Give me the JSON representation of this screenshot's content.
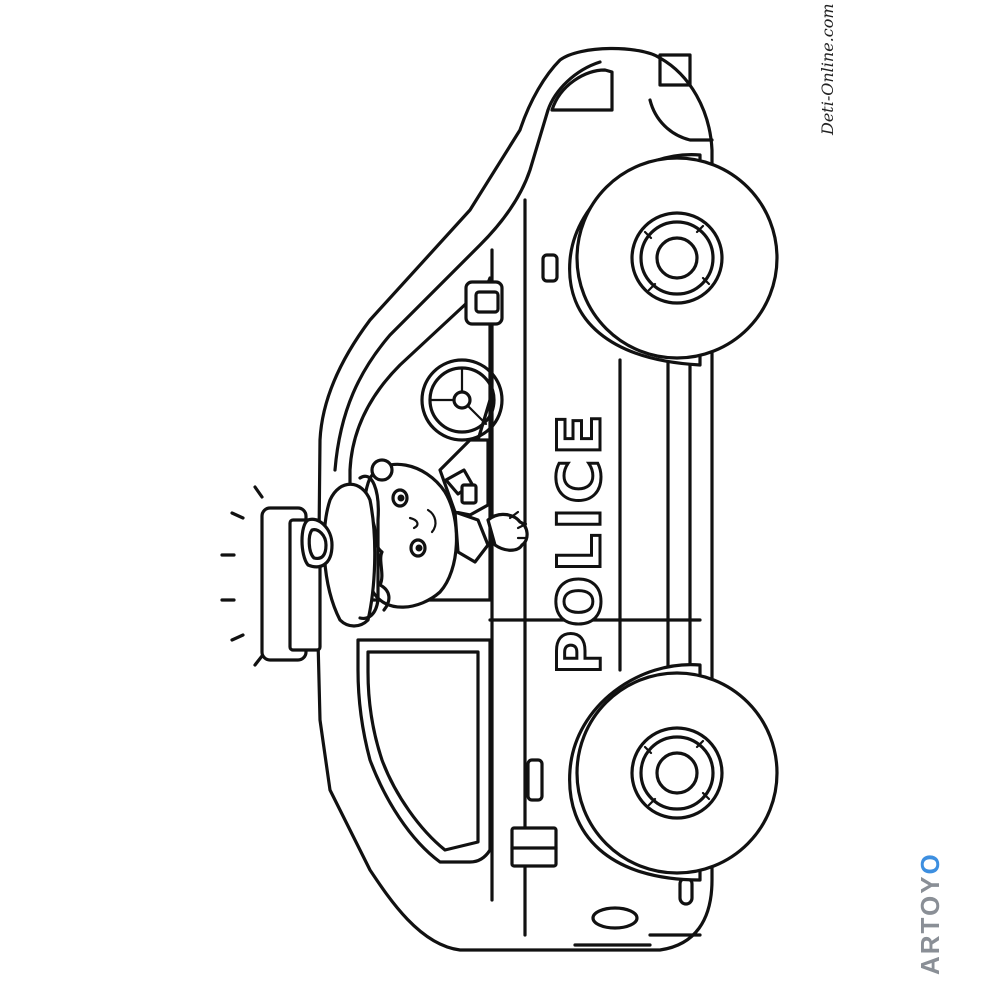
{
  "artwork": {
    "vehicle_text": "POLICE",
    "watermark_site": "Deti-Online.com",
    "watermark_brand": "ARTOY",
    "watermark_brand_mark": "O",
    "line_color": "#111111",
    "background_color": "#ffffff",
    "brand_color": "#8a8f96",
    "brand_accent_color": "#3d8fe0"
  }
}
